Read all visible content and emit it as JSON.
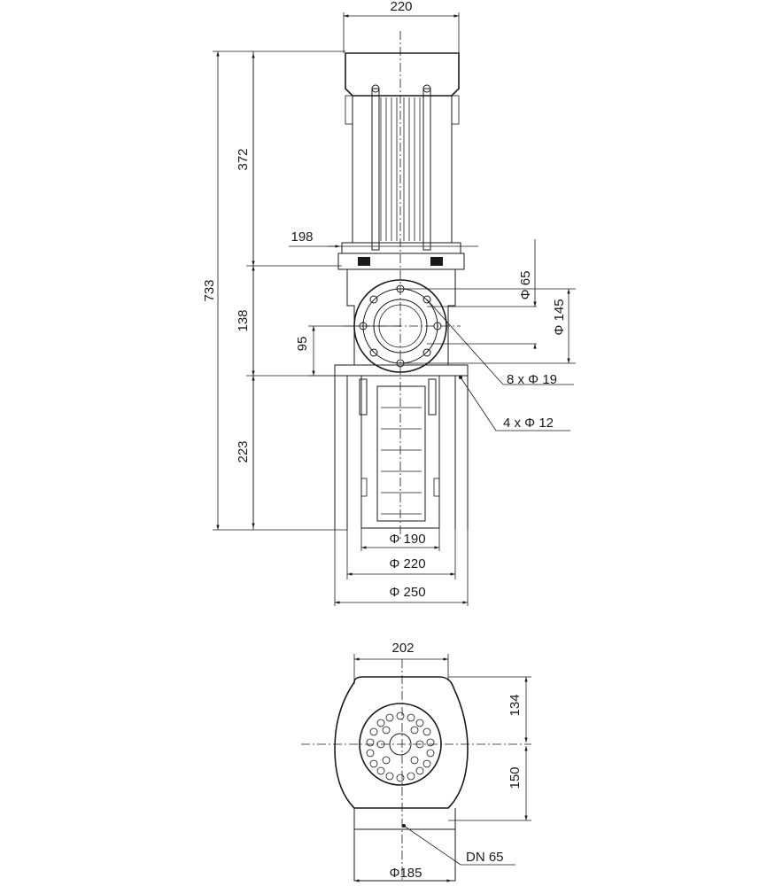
{
  "colors": {
    "ink": "#1a1a1a",
    "background": "#ffffff"
  },
  "dimensions": {
    "top_width": "220",
    "height_total": "733",
    "height_motor": "372",
    "height_middle": "138",
    "height_bottom": "223",
    "motor_flange_width": "198",
    "port_height": "95",
    "port_inner_dia": "Φ 65",
    "port_bolt_circle": "Φ 145",
    "port_bolts": "8   x Φ 19",
    "base_holes": "4   x Φ 12",
    "base_dia_190": "Φ 190",
    "base_dia_220": "Φ 220",
    "base_dia_250": "Φ 250",
    "plan_width": "202",
    "plan_top": "134",
    "plan_bottom": "150",
    "plan_port": "DN 65",
    "plan_base_dia": "Φ185"
  }
}
